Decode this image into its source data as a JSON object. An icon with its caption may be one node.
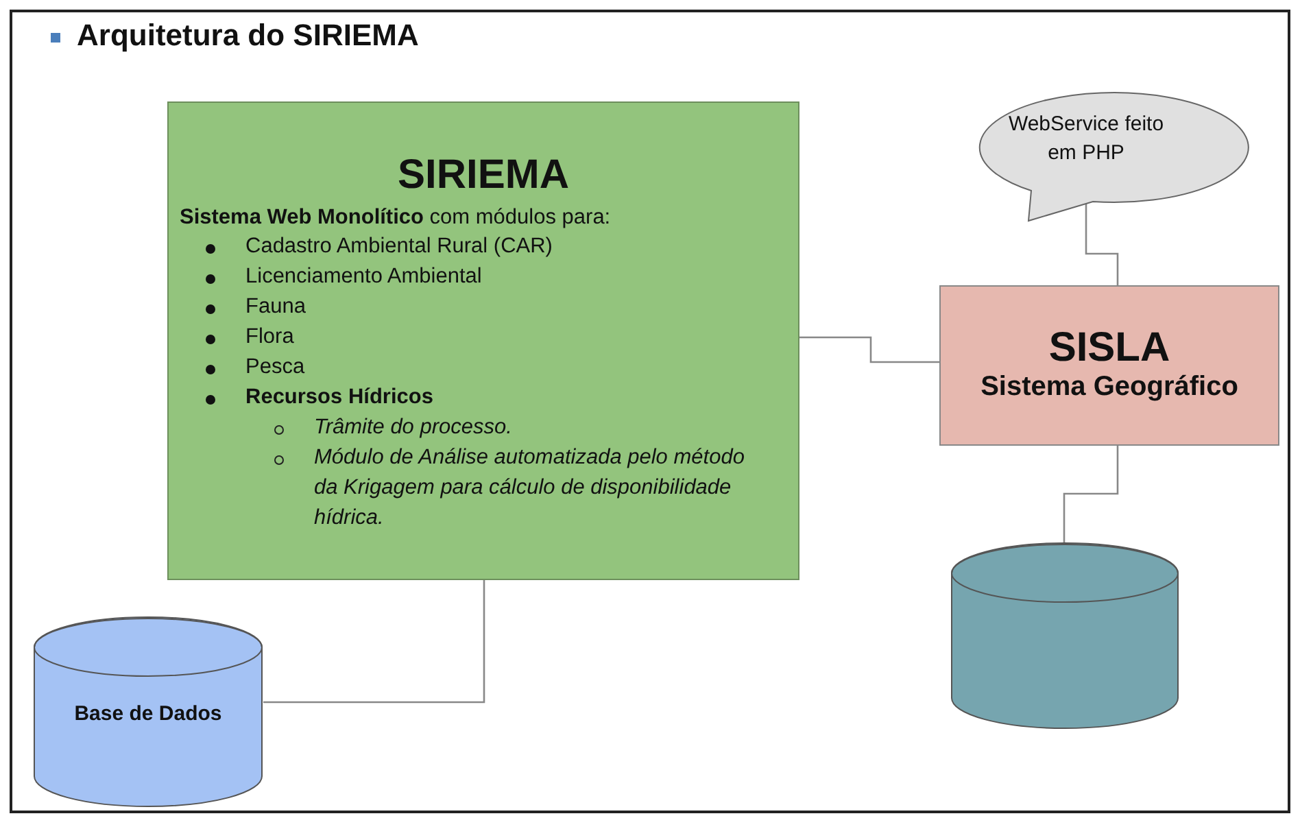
{
  "diagram": {
    "title": "Arquitetura do SIRIEMA",
    "nodes": [
      {
        "text": [
          "SIRIEMA",
          "**Sistema Web Monolítico** com módulos para:",
          "Cadastro Ambiental Rural (CAR)",
          "Licenciamento Ambiental",
          "Fauna",
          "Flora",
          "Pesca",
          "Recursos Hídricos",
          "Trâmite do processo.",
          "Módulo de Análise automatizada pelo método da Krigagem para cálculo de disponibilidade hídrica."
        ]
      },
      {
        "text": [
          "WebService feito em PHP"
        ]
      },
      {
        "text": [
          "SISLA",
          "Sistema Geográfico"
        ]
      },
      {
        "text": [
          "Base de Dados"
        ]
      },
      {
        "text": [],
        "shape": "cylinder"
      }
    ],
    "edges": [
      {
        "from": 0,
        "to": 2,
        "arrow": "none"
      },
      {
        "from": 1,
        "to": 2,
        "arrow": "none"
      },
      {
        "from": 2,
        "to": 4,
        "arrow": "none"
      },
      {
        "from": 0,
        "to": 3,
        "arrow": "none"
      }
    ]
  }
}
